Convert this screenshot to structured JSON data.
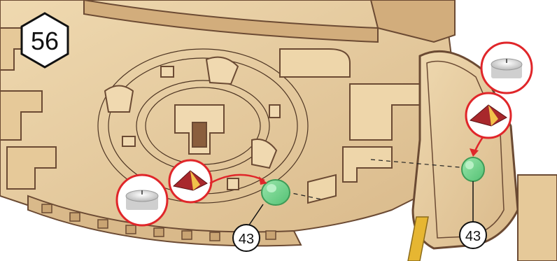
{
  "step": {
    "number": "56"
  },
  "parts": [
    {
      "label": "43"
    },
    {
      "label": "43"
    }
  ],
  "callouts": [
    {
      "icon": "tealight-candle-icon"
    },
    {
      "icon": "tealight-candle-icon"
    }
  ],
  "colors": {
    "wood_light": "#e8cfa2",
    "wood_mid": "#d9b98a",
    "wood_edge": "#6b4a33",
    "peg_green": "#6fd38a",
    "callout_red": "#e0262a",
    "roof_red": "#a8282c",
    "roof_yellow": "#f1c24a"
  }
}
